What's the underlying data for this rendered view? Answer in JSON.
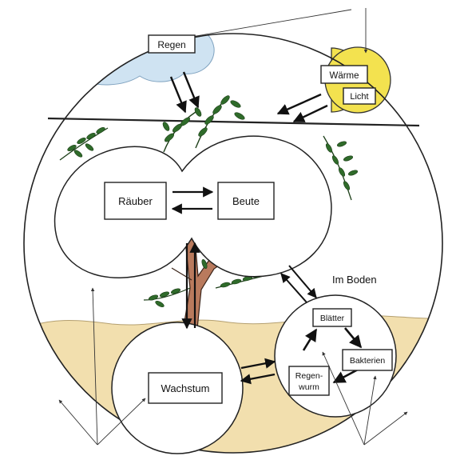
{
  "labels": {
    "regen": "Regen",
    "waerme": "Wärme",
    "licht": "Licht",
    "raeuber": "Räuber",
    "beute": "Beute",
    "im_boden": "Im Boden",
    "blaetter": "Blätter",
    "bakterien": "Bakterien",
    "regenwurm_1": "Regen-",
    "regenwurm_2": "wurm",
    "wachstum": "Wachstum"
  },
  "colors": {
    "cloud": "#cfe3f2",
    "sun": "#f3e24f",
    "soil": "#f2dfae",
    "trunk": "#b97a5d",
    "leaf": "#2f6b2a",
    "outline": "#222222"
  }
}
